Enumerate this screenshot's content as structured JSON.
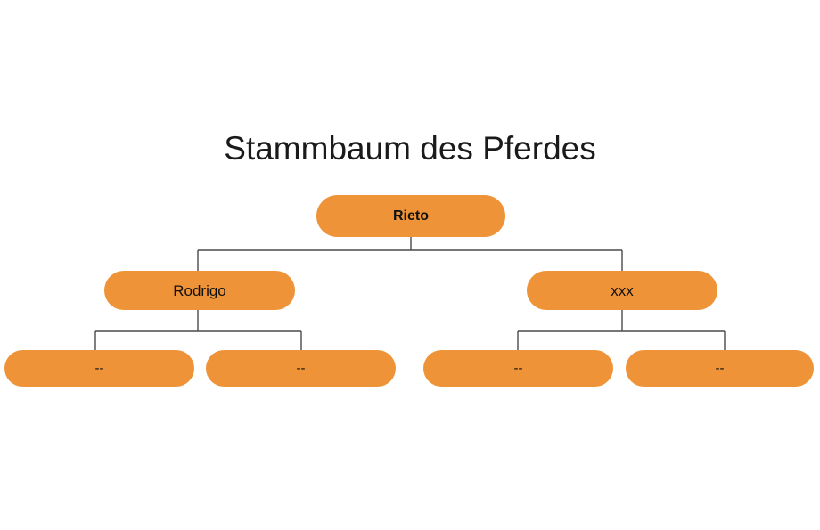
{
  "diagram": {
    "title": "Stammbaum des Pferdes",
    "type": "family-tree",
    "background_color": "#ffffff",
    "node_color": "#ee9337",
    "node_text_color": "#111111",
    "connector_color": "#4a4a4a",
    "title_color": "#1a1a1a",
    "nodes": {
      "root": {
        "label": "Rieto",
        "generation": 1
      },
      "generation2": [
        {
          "label": "Rodrigo",
          "generation": 2
        },
        {
          "label": "xxx",
          "generation": 2
        }
      ],
      "generation3": [
        {
          "label": "--",
          "generation": 3
        },
        {
          "label": "--",
          "generation": 3
        },
        {
          "label": "--",
          "generation": 3
        },
        {
          "label": "--",
          "generation": 3
        }
      ]
    }
  }
}
